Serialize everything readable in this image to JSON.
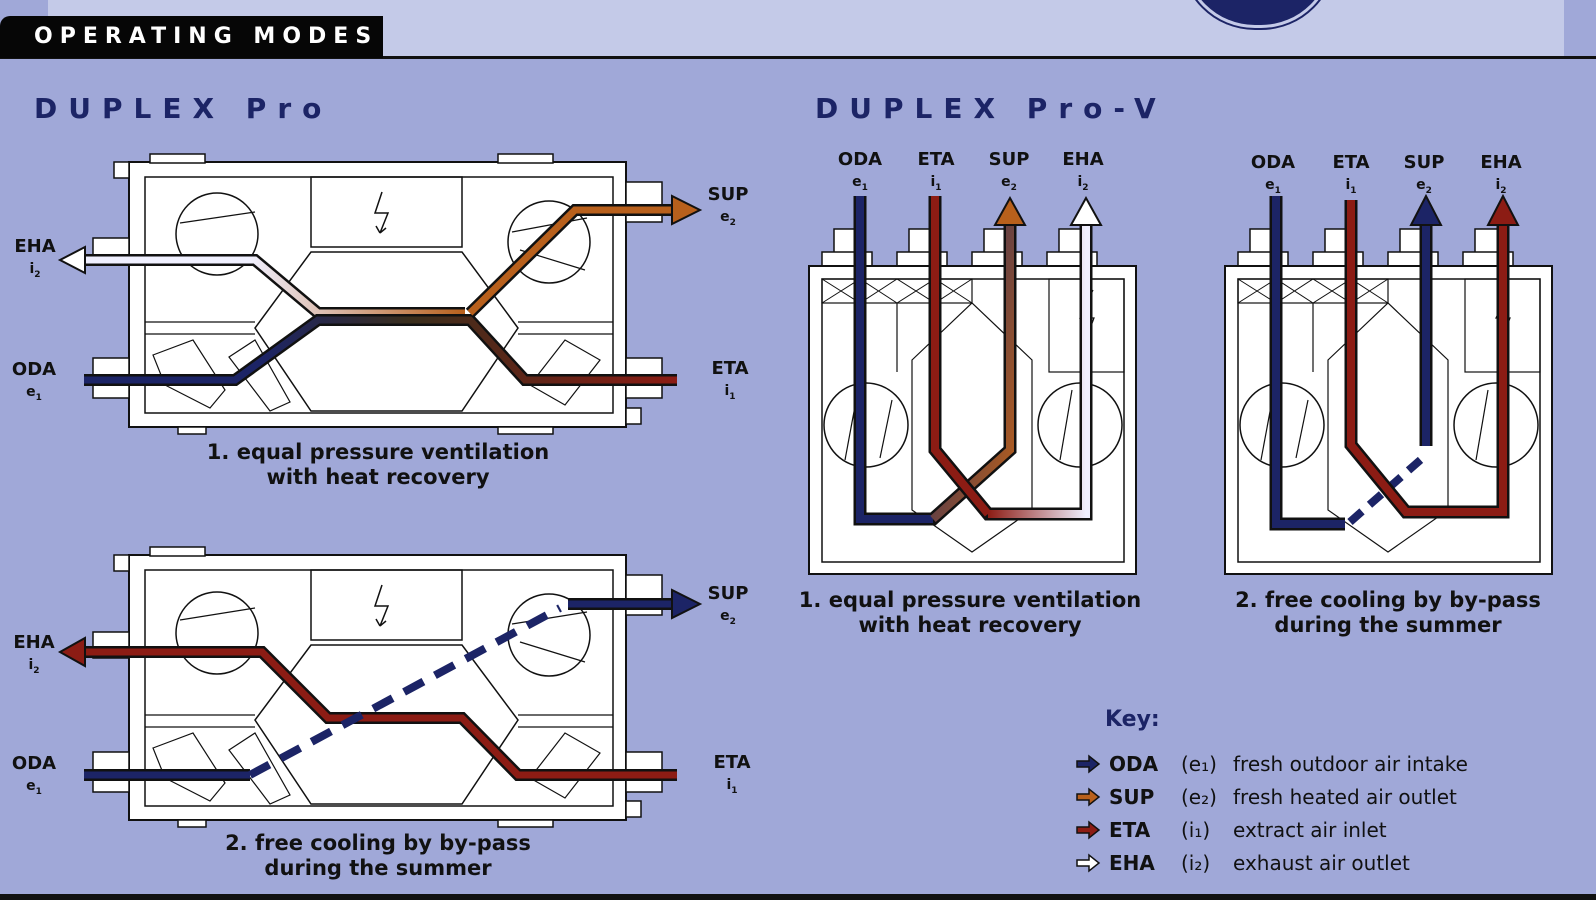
{
  "header": {
    "tab_label": "OPERATING MODES"
  },
  "sections": {
    "pro": {
      "title": "DUPLEX Pro",
      "mode1_caption_line1": "1. equal pressure ventilation",
      "mode1_caption_line2": "with heat recovery",
      "mode2_caption_line1": "2. free cooling by by-pass",
      "mode2_caption_line2": "during the summer"
    },
    "prov": {
      "title": "DUPLEX Pro-V",
      "mode1_caption_line1": "1. equal pressure ventilation",
      "mode1_caption_line2": "with heat recovery",
      "mode2_caption_line1": "2. free cooling by by-pass",
      "mode2_caption_line2": "during the summer"
    }
  },
  "ports": {
    "eha": {
      "name": "EHA",
      "sub_letter": "i",
      "sub_index": "2"
    },
    "sup": {
      "name": "SUP",
      "sub_letter": "e",
      "sub_index": "2"
    },
    "oda": {
      "name": "ODA",
      "sub_letter": "e",
      "sub_index": "1"
    },
    "eta": {
      "name": "ETA",
      "sub_letter": "i",
      "sub_index": "1"
    }
  },
  "key": {
    "title": "Key:",
    "items": [
      {
        "abbr": "ODA",
        "symbol": "(e₁)",
        "desc": "fresh outdoor air intake",
        "color": "#1c2466",
        "icon": "arrow-filled-navy-icon"
      },
      {
        "abbr": "SUP",
        "symbol": "(e₂)",
        "desc": "fresh heated air outlet",
        "color": "#b8601c",
        "icon": "arrow-filled-orange-icon"
      },
      {
        "abbr": "ETA",
        "symbol": "(i₁)",
        "desc": "extract air inlet",
        "color": "#8c1c14",
        "icon": "arrow-filled-red-icon"
      },
      {
        "abbr": "EHA",
        "symbol": "(i₂)",
        "desc": "exhaust air outlet",
        "color": "#ffffff",
        "icon": "arrow-outline-white-icon"
      }
    ]
  },
  "colors": {
    "background": "#a0a8d8",
    "navy": "#1c2466",
    "orange": "#b8601c",
    "red": "#8c1c14",
    "white_flow": "#f4f4ff"
  }
}
